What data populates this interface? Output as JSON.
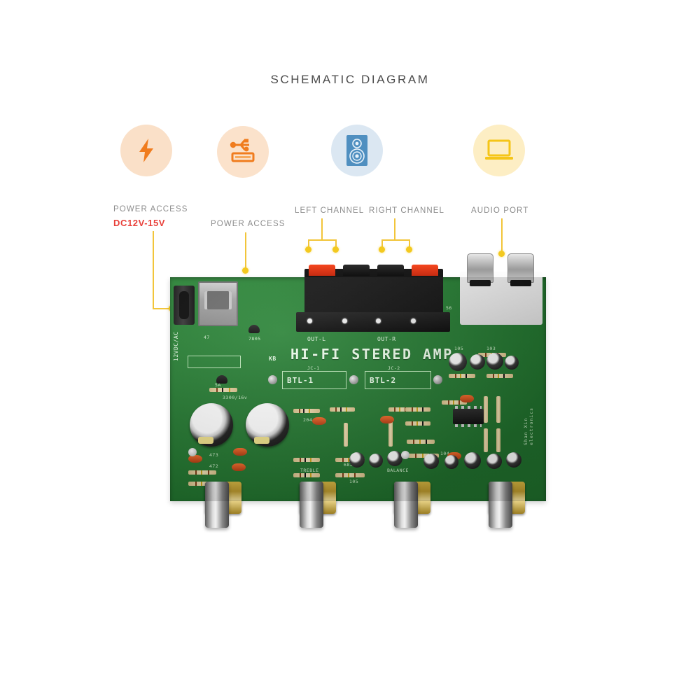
{
  "page": {
    "title": "SCHEMATIC DIAGRAM",
    "background_color": "#ffffff",
    "title_color": "#4a4a4a"
  },
  "icons": [
    {
      "name": "power-bolt-icon",
      "glyph": "bolt",
      "circle_color": "#fae0c8",
      "glyph_color": "#f07c1e"
    },
    {
      "name": "usb-icon",
      "glyph": "usb",
      "circle_color": "#fbe2cb",
      "glyph_color": "#f07c1e"
    },
    {
      "name": "speaker-icon",
      "glyph": "speaker",
      "circle_color": "#dbe7f2",
      "glyph_color": "#4f8fc0"
    },
    {
      "name": "laptop-icon",
      "glyph": "laptop",
      "circle_color": "#fdeec4",
      "glyph_color": "#f5c518"
    }
  ],
  "callouts": [
    {
      "id": "power_access_dc",
      "line1": "POWER ACCESS",
      "line2": "DC12V-15V",
      "line2_color": "#e8403a"
    },
    {
      "id": "power_access_usb",
      "line1": "POWER ACCESS"
    },
    {
      "id": "left_channel",
      "line1": "LEFT CHANNEL"
    },
    {
      "id": "right_channel",
      "line1": "RIGHT CHANNEL"
    },
    {
      "id": "audio_port",
      "line1": "AUDIO PORT"
    }
  ],
  "leader_color": "#f2c53a",
  "leader_dot_color": "#f3c91f",
  "board": {
    "background_color": "#247a31",
    "silkscreen_color": "#eafbe8",
    "title": "HI-FI STERED AMP",
    "markings": [
      {
        "id": "dc_input",
        "text": "12VDC/AC",
        "rotated": true
      },
      {
        "id": "cap47",
        "text": "47"
      },
      {
        "id": "reg7805",
        "text": "7805"
      },
      {
        "id": "r5a",
        "text": "5A"
      },
      {
        "id": "kb",
        "text": "KB"
      },
      {
        "id": "out_left",
        "text": "OUT-L"
      },
      {
        "id": "out_right",
        "text": "OUT-R"
      },
      {
        "id": "jumper1",
        "text": "JC-1"
      },
      {
        "id": "jumper2",
        "text": "JC-2"
      },
      {
        "id": "btl1",
        "text": "BTL-1"
      },
      {
        "id": "btl2",
        "text": "BTL-2"
      },
      {
        "id": "bigcaps",
        "text": "3300/16v"
      },
      {
        "id": "r473a",
        "text": "473"
      },
      {
        "id": "r472",
        "text": "472"
      },
      {
        "id": "r204",
        "text": "204"
      },
      {
        "id": "treble",
        "text": "TREBLE"
      },
      {
        "id": "balance",
        "text": "BALANCE"
      },
      {
        "id": "brand",
        "text": "Shan Xin electronics",
        "rotated": true
      },
      {
        "id": "num56",
        "text": "56"
      },
      {
        "id": "r105",
        "text": "105"
      },
      {
        "id": "r103",
        "text": "103"
      },
      {
        "id": "c682",
        "text": "682"
      },
      {
        "id": "c105b",
        "text": "105"
      },
      {
        "id": "c104",
        "text": "104"
      }
    ]
  }
}
